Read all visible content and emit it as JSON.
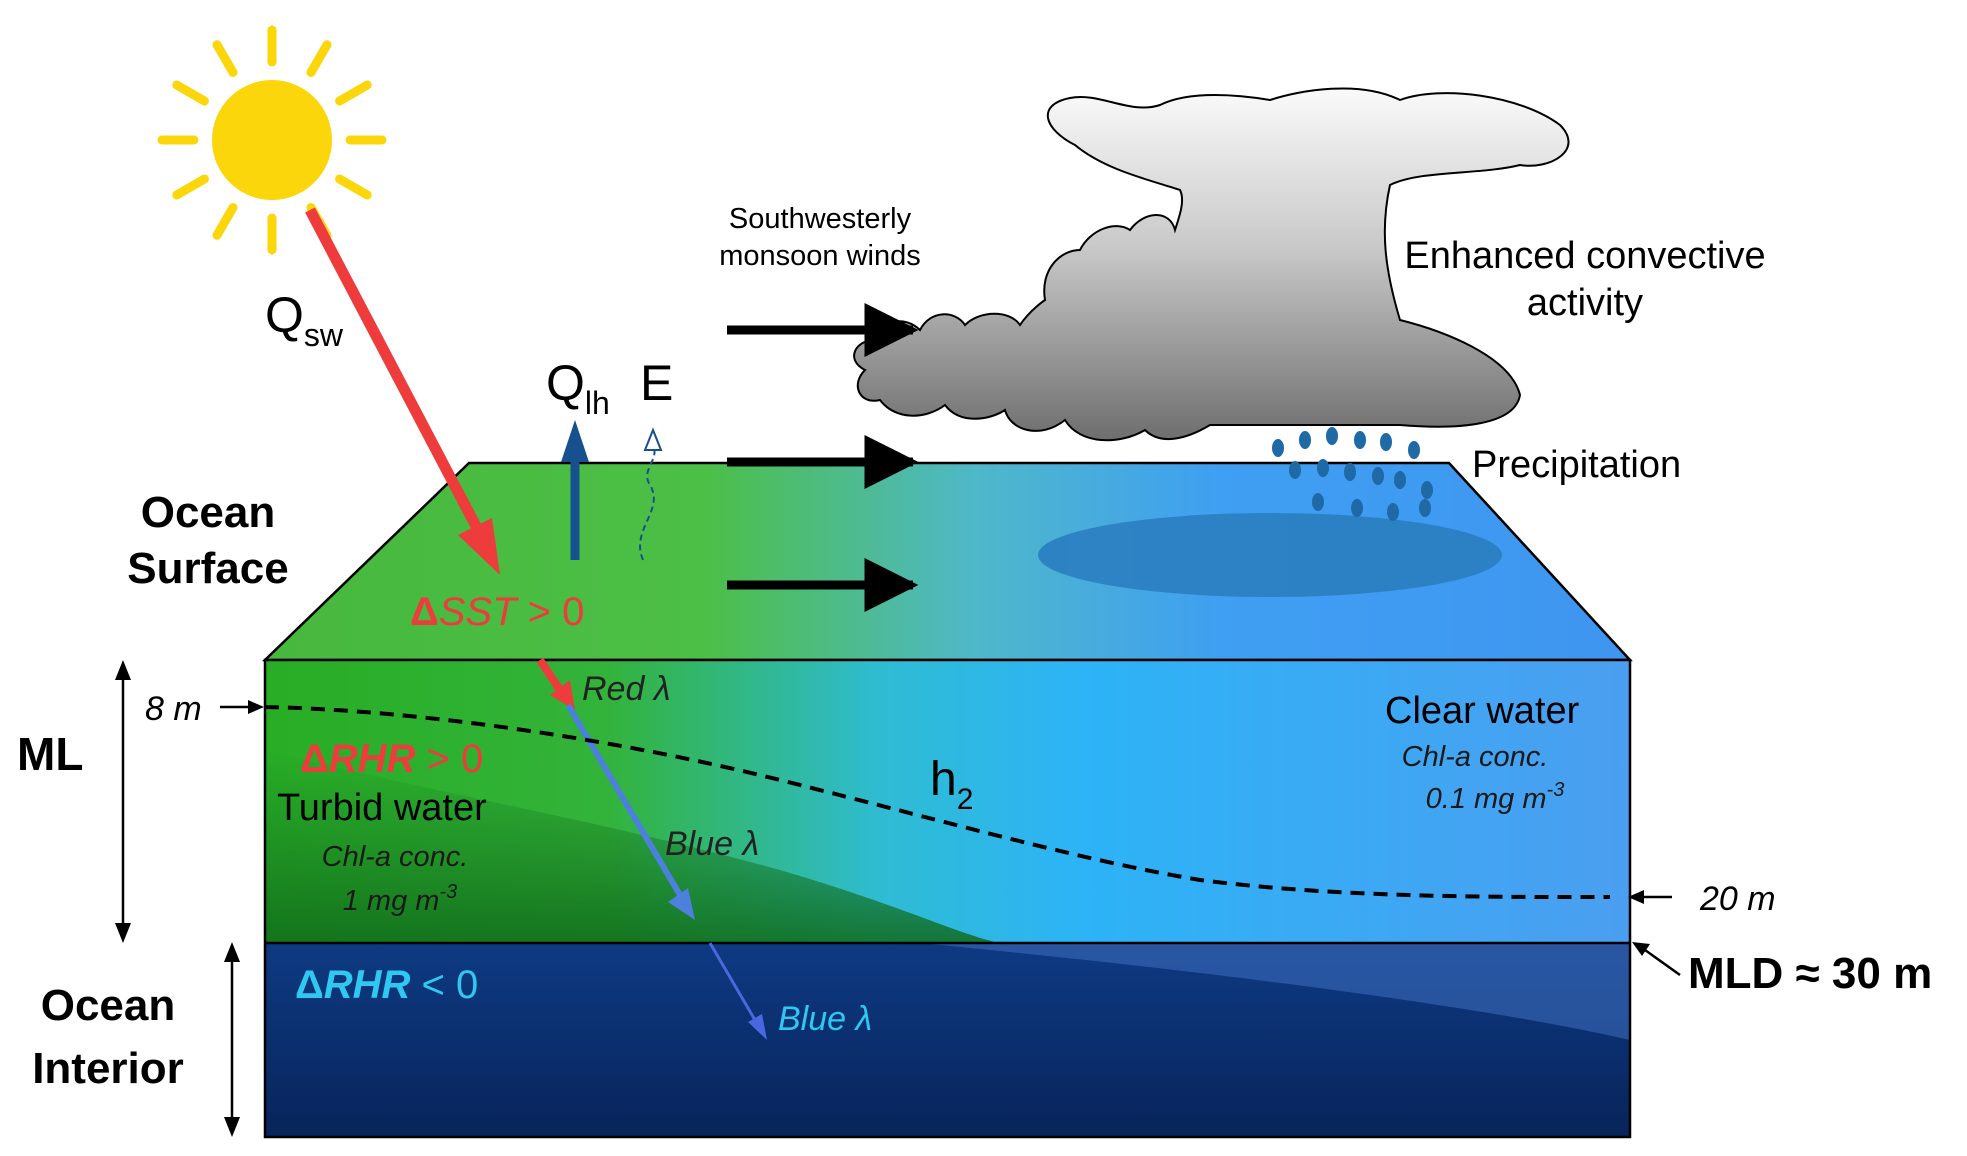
{
  "sections": {
    "ocean_surface": [
      "Ocean",
      "Surface"
    ],
    "mixed_layer": "ML",
    "ocean_interior": [
      "Ocean",
      "Interior"
    ]
  },
  "fluxes": {
    "shortwave": {
      "main": "Q",
      "sub": "sw"
    },
    "latent_heat": {
      "main": "Q",
      "sub": "lh"
    },
    "evaporation": "E"
  },
  "winds": [
    "Southwesterly",
    "monsoon winds"
  ],
  "convection": [
    "Enhanced convective",
    "activity"
  ],
  "precipitation": "Precipitation",
  "anomalies": {
    "sst": {
      "delta": "Δ",
      "var": "SST",
      "rel": " > 0"
    },
    "rhr_ml": {
      "delta": "Δ",
      "var": "RHR",
      "rel": " > 0"
    },
    "rhr_interior": {
      "delta": "Δ",
      "var": "RHR",
      "rel": " < 0"
    }
  },
  "turbid": {
    "title": "Turbid water",
    "conc_label": "Chl-a conc.",
    "conc_value": "1 mg m",
    "conc_exp": "-3"
  },
  "clear": {
    "title": "Clear water",
    "conc_label": "Chl-a conc.",
    "conc_value": "0.1 mg m",
    "conc_exp": "-3"
  },
  "light": {
    "red": "Red λ",
    "blue_ml": "Blue λ",
    "blue_interior": "Blue λ"
  },
  "depths": {
    "left": "8 m",
    "right": "20 m",
    "mld": "MLD ≈ 30 m"
  },
  "penetration": {
    "main": "h",
    "sub": "2"
  },
  "colors": {
    "red_arrow": "#ee3b3b",
    "blue_arrow": "#3b7fd6",
    "interior_blue": "#0b2f6e",
    "surface_green": "#3fbf3f",
    "clear_blue": "#3aa6f5",
    "sun": "#fbd60a",
    "latent_arrow": "#17508f",
    "anomaly_red": "#ee3b3b",
    "anomaly_cyan": "#2ec8f0"
  }
}
